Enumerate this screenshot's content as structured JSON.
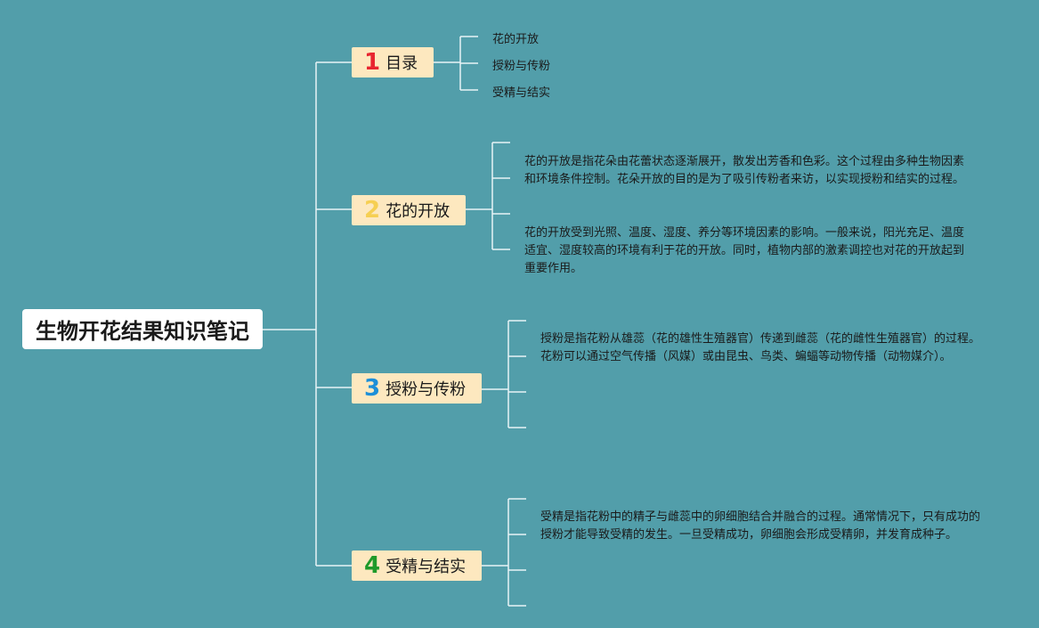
{
  "root": {
    "title": "生物开花结果知识笔记"
  },
  "branches": [
    {
      "number": "1",
      "label": "目录"
    },
    {
      "number": "2",
      "label": "花的开放"
    },
    {
      "number": "3",
      "label": "授粉与传粉"
    },
    {
      "number": "4",
      "label": "受精与结实"
    }
  ],
  "toc": [
    "花的开放",
    "授粉与传粉",
    "受精与结实"
  ],
  "details": {
    "bloom_1": "花的开放是指花朵由花蕾状态逐渐展开，散发出芳香和色彩。这个过程由多种生物因素和环境条件控制。花朵开放的目的是为了吸引传粉者来访，以实现授粉和结实的过程。",
    "bloom_2": "花的开放受到光照、温度、湿度、养分等环境因素的影响。一般来说，阳光充足、温度适宜、湿度较高的环境有利于花的开放。同时，植物内部的激素调控也对花的开放起到重要作用。",
    "pollination": "授粉是指花粉从雄蕊（花的雄性生殖器官）传递到雌蕊（花的雌性生殖器官）的过程。花粉可以通过空气传播（风媒）或由昆虫、鸟类、蝙蝠等动物传播（动物媒介）。",
    "fertilization": "受精是指花粉中的精子与雌蕊中的卵细胞结合并融合的过程。通常情况下，只有成功的授粉才能导致受精的发生。一旦受精成功，卵细胞会形成受精卵，并发育成种子。"
  },
  "colors": {
    "background": "#529eaa",
    "branch_fill": "#fde8bf",
    "connector": "#e8f4f6",
    "num1": "#e8252f",
    "num2": "#f6cf52",
    "num3": "#1d8fd8",
    "num4": "#1f9a2a"
  }
}
